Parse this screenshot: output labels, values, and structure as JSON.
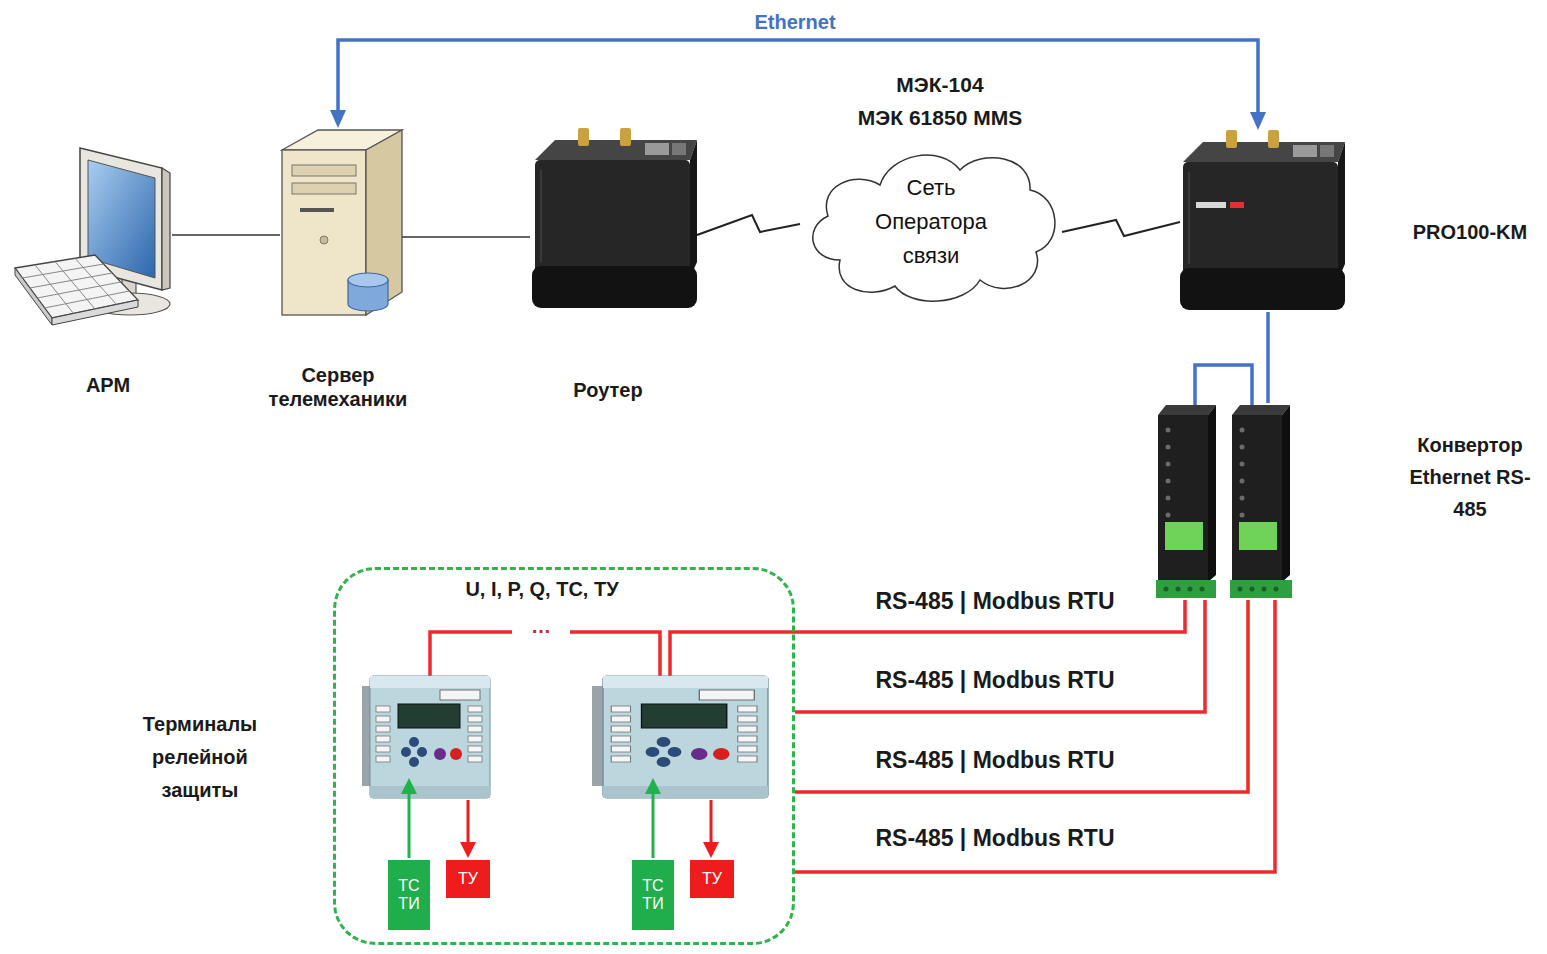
{
  "diagram": {
    "nodes": [
      {
        "text": [
          "АРМ"
        ]
      },
      {
        "text": [
          "Сервер телемеханики"
        ]
      },
      {
        "text": [
          "Роутер"
        ]
      },
      {
        "text": [
          "Сеть Оператора связи"
        ]
      },
      {
        "text": [
          "PRO100-KM"
        ]
      },
      {
        "text": [
          "Конвертор Ethernet RS-485"
        ]
      },
      {
        "text": [
          "U, I, P, Q, ТС, ТУ"
        ]
      },
      {
        "text": [
          "ТС ТИ"
        ],
        "in": 6
      },
      {
        "text": [
          "ТУ"
        ],
        "in": 6
      },
      {
        "text": [
          "ТС ТИ"
        ],
        "in": 6
      },
      {
        "text": [
          "ТУ"
        ],
        "in": 6
      }
    ],
    "edges": [
      {
        "from": 0,
        "to": 1,
        "arrow": "none"
      },
      {
        "from": 1,
        "to": 2,
        "arrow": "none"
      },
      {
        "from": 2,
        "to": 3,
        "arrow": "none"
      },
      {
        "from": 3,
        "to": 4,
        "arrow": "none"
      },
      {
        "from": 1,
        "to": 4,
        "label": "Ethernet",
        "arrow": "both"
      },
      {
        "from": 4,
        "to": 5,
        "arrow": "none"
      },
      {
        "from": 5,
        "to": 6,
        "label": "RS-485 | Modbus RTU",
        "arrow": "none"
      },
      {
        "from": 5,
        "to": 6,
        "label": "RS-485 | Modbus RTU",
        "arrow": "none"
      },
      {
        "from": 5,
        "to": 6,
        "label": "RS-485 | Modbus RTU",
        "arrow": "none"
      },
      {
        "from": 5,
        "to": 6,
        "label": "RS-485 | Modbus RTU",
        "arrow": "none"
      }
    ],
    "labels": [
      "МЭК-104",
      "МЭК 61850 MMS",
      "…",
      "Терминалы релейной защиты"
    ]
  }
}
